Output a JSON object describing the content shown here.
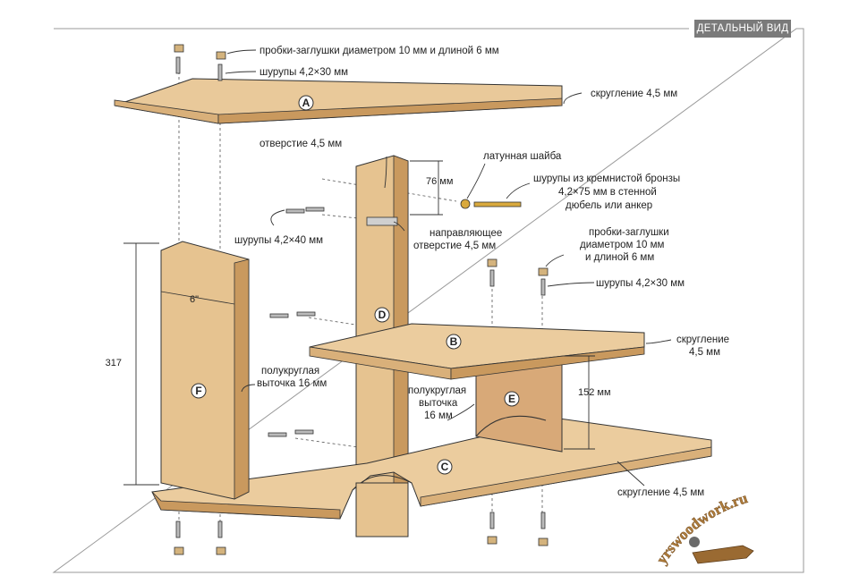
{
  "badge": "ДЕТАЛЬНЫЙ ВИД",
  "parts": {
    "a": "A",
    "b": "B",
    "c": "C",
    "d": "D",
    "e": "E",
    "f": "F"
  },
  "labels": {
    "plugs_top": "пробки-заглушки диаметром 10 мм и длиной 6 мм",
    "screws_top": "шурупы 4,2×30 мм",
    "round_a": "скругление 4,5 мм",
    "hole": "отверстие 4,5 мм",
    "washer": "латунная шайба",
    "bronze_1": "шурупы из кремнистой бронзы",
    "bronze_2": "4,2×75 мм в стенной",
    "bronze_3": "дюбель или анкер",
    "screws_mid": "шурупы 4,2×40 мм",
    "pilot_1": "направляющее",
    "pilot_2": "отверстие 4,5 мм",
    "plugs_r1": "пробки-заглушки",
    "plugs_r2": "диаметром 10 мм",
    "plugs_r3": "и длиной 6 мм",
    "screws_r": "шурупы 4,2×30 мм",
    "round_b1": "скругление",
    "round_b2": "4,5 мм",
    "notch_f1": "полукруглая",
    "notch_f2": "выточка 16 мм",
    "notch_e1": "полукруглая",
    "notch_e2": "выточка",
    "notch_e3": "16 мм",
    "round_c": "скругление 4,5 мм"
  },
  "dimensions": {
    "d_height": "76 мм",
    "f_height": "317",
    "f_width": "6\"",
    "e_height": "152 мм"
  },
  "watermark": "yrswoodwork.ru",
  "colors": {
    "wood": "#e9c99a",
    "wood_dark": "#c9995e",
    "wood_edge": "#d9b07a",
    "line": "#333333",
    "badge": "#7a7a7a"
  }
}
